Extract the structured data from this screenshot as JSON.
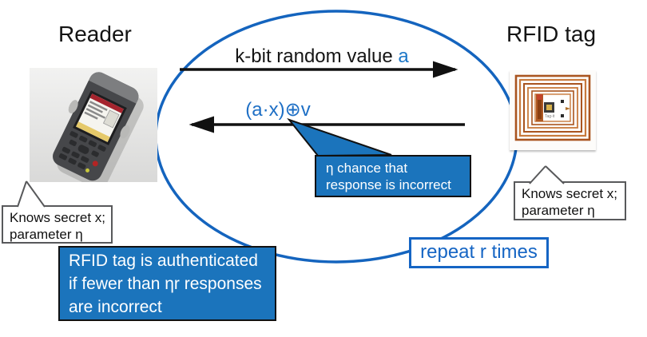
{
  "titles": {
    "reader": "Reader",
    "rfid_tag": "RFID tag"
  },
  "messages": {
    "msg1_prefix": "k-bit random value ",
    "msg1_var": "a",
    "msg2": "(a·x)⊕v"
  },
  "callouts": {
    "eta_line1": "η chance that",
    "eta_line2": "response is incorrect",
    "repeat_label": "repeat r times"
  },
  "bubbles": {
    "reader_line1": "Knows secret x;",
    "reader_line2": "parameter η",
    "tag_line1": "Knows secret x;",
    "tag_line2": "parameter η"
  },
  "auth_box": {
    "line1": "RFID tag is authenticated",
    "line2": "if fewer than ηr responses",
    "line3": "are incorrect"
  },
  "icons": {
    "reader_photo": "handheld-rfid-reader-photo",
    "tag_photo": "rfid-tag-coil-antenna-photo"
  },
  "colors": {
    "protocol_loop_blue": "#1464BE",
    "callout_fill_blue": "#1B74BC",
    "label_text_blue": "#1E6FC5",
    "arrow_black": "#111111",
    "bubble_border_gray": "#58595B"
  }
}
